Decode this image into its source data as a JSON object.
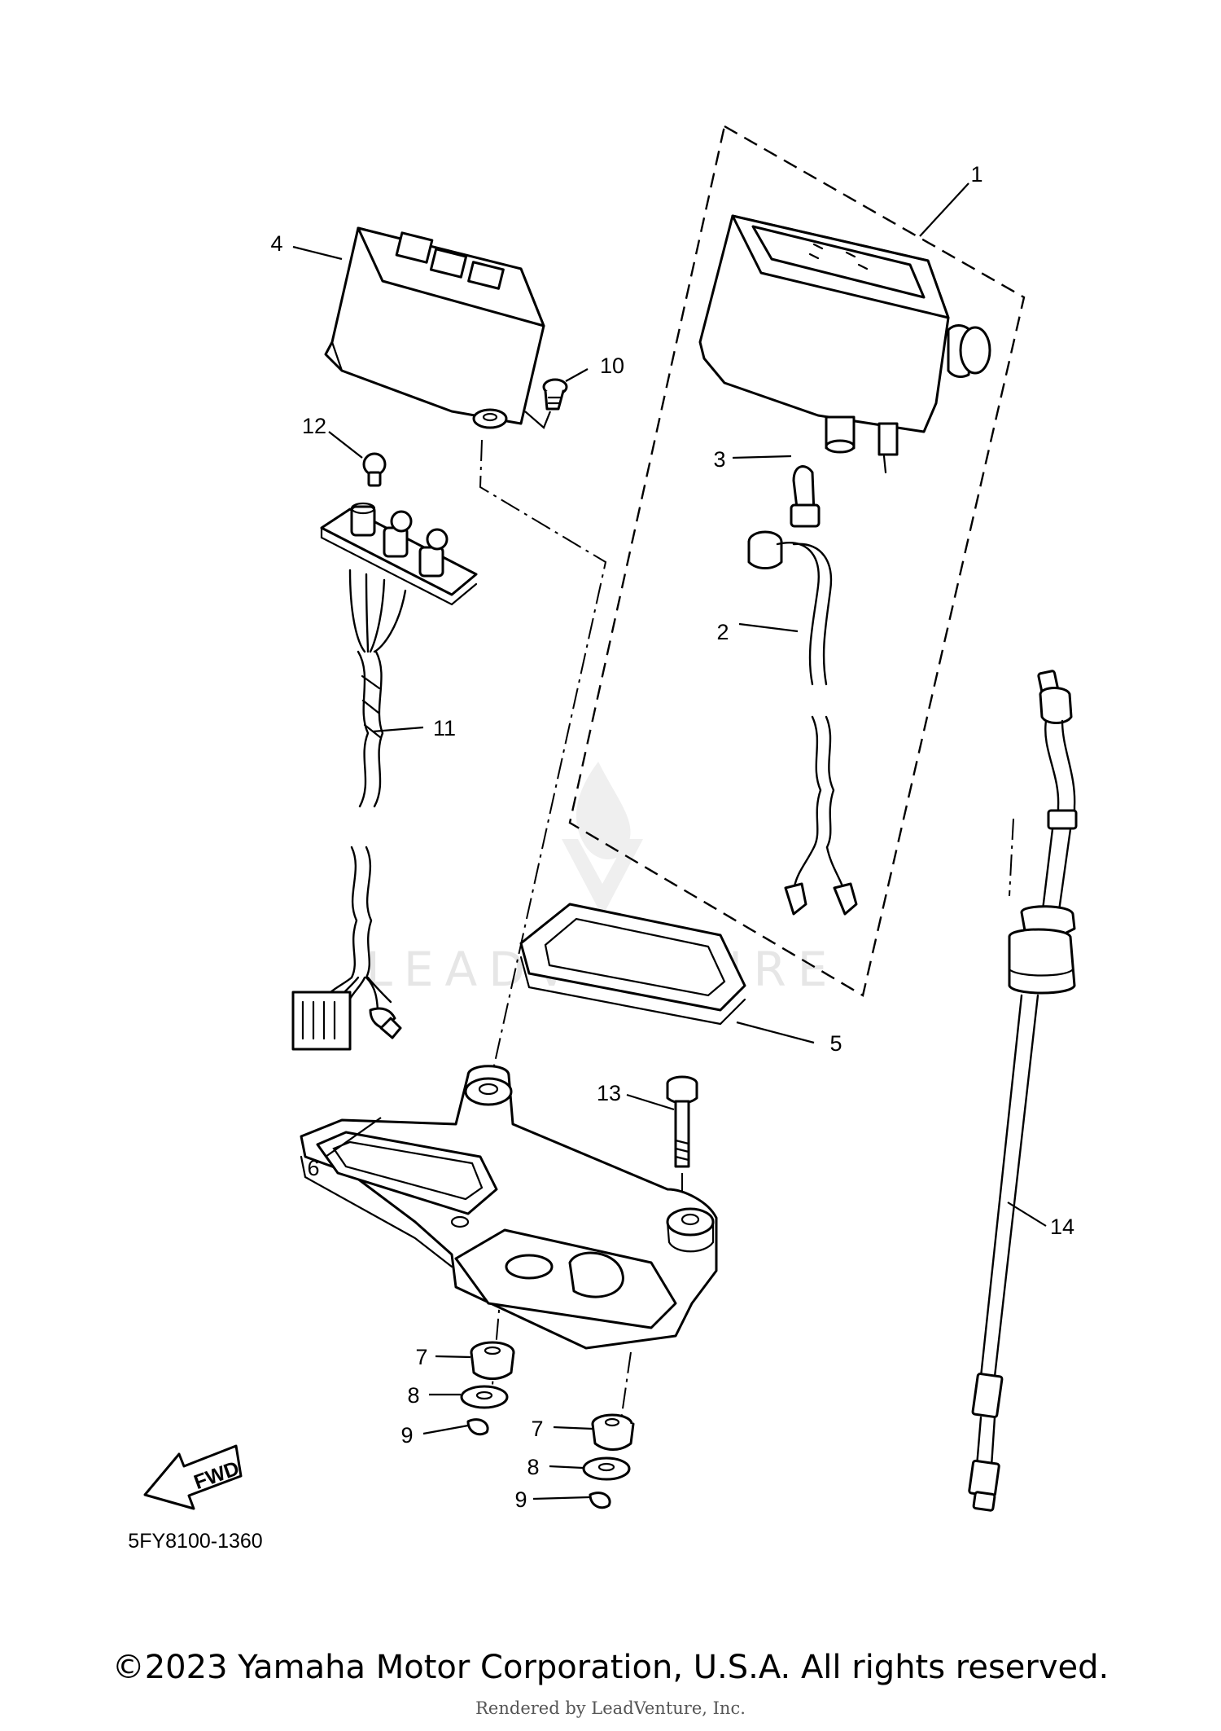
{
  "diagram": {
    "callouts": [
      {
        "id": "1",
        "label": "1"
      },
      {
        "id": "2",
        "label": "2"
      },
      {
        "id": "3",
        "label": "3"
      },
      {
        "id": "4",
        "label": "4"
      },
      {
        "id": "5",
        "label": "5"
      },
      {
        "id": "6",
        "label": "6"
      },
      {
        "id": "7a",
        "label": "7"
      },
      {
        "id": "7b",
        "label": "7"
      },
      {
        "id": "8a",
        "label": "8"
      },
      {
        "id": "8b",
        "label": "8"
      },
      {
        "id": "9a",
        "label": "9"
      },
      {
        "id": "9b",
        "label": "9"
      },
      {
        "id": "10",
        "label": "10"
      },
      {
        "id": "11",
        "label": "11"
      },
      {
        "id": "12",
        "label": "12"
      },
      {
        "id": "13",
        "label": "13"
      },
      {
        "id": "14",
        "label": "14"
      }
    ],
    "fwd_label": "FWD",
    "diagram_code": "5FY8100-1360",
    "watermark": "LEADVENTURE"
  },
  "footer": {
    "copyright": "©2023 Yamaha Motor Corporation, U.S.A. All rights reserved.",
    "rendered_by": "Rendered by LeadVenture, Inc."
  }
}
